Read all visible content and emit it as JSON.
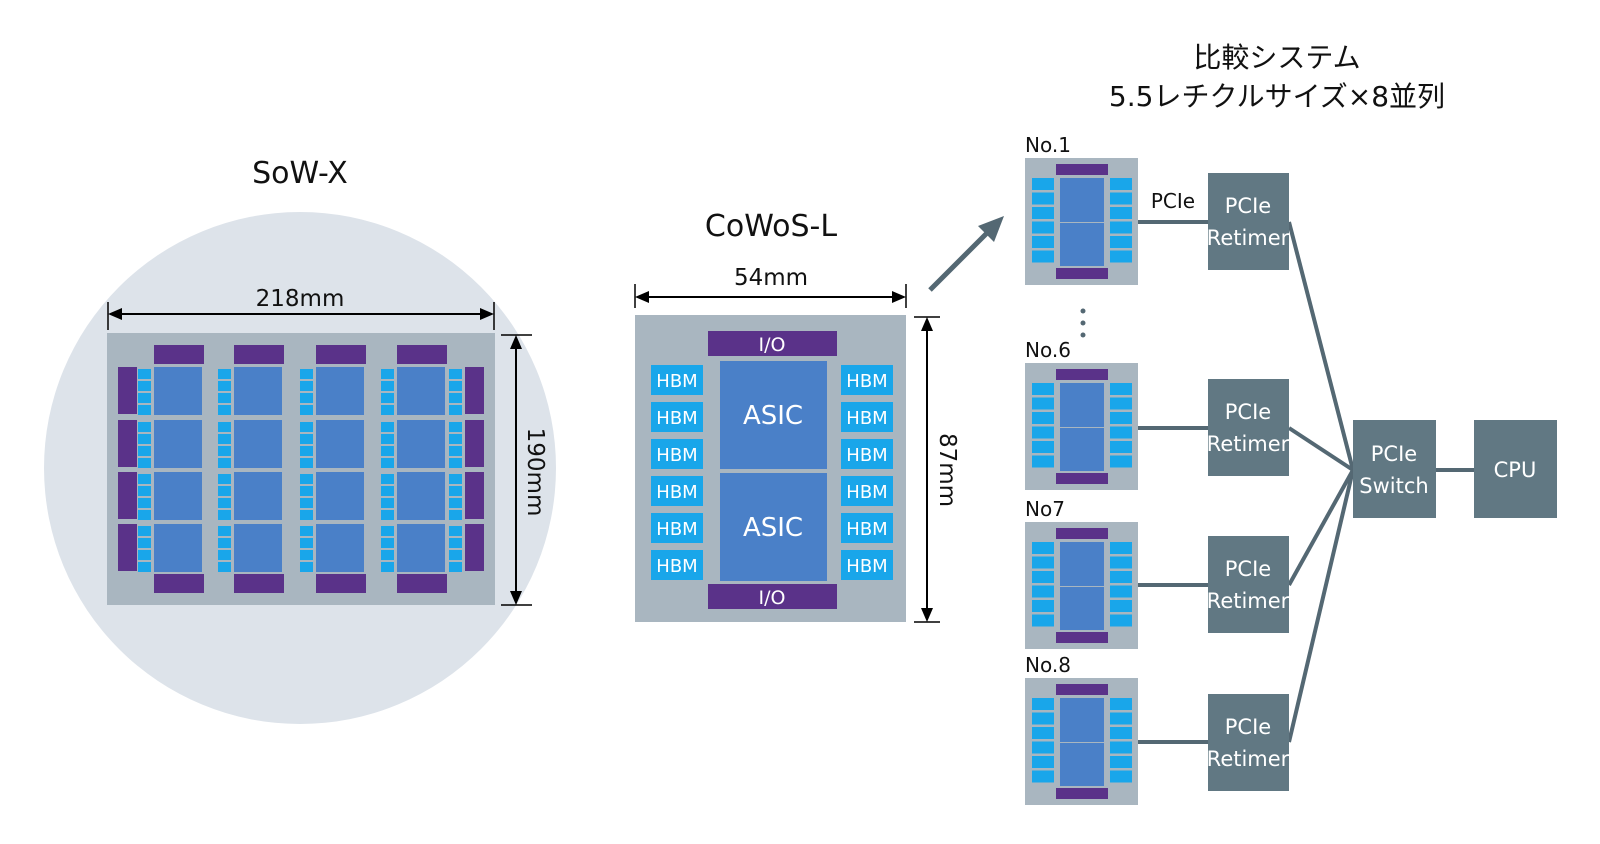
{
  "sow": {
    "title": "SoW-X",
    "width_label": "218mm",
    "height_label": "190mm"
  },
  "cowos": {
    "title": "CoWoS-L",
    "width_label": "54mm",
    "height_label": "87mm",
    "io_top": "I/O",
    "io_bottom": "I/O",
    "asic_labels": [
      "ASIC",
      "ASIC"
    ],
    "hbm_label": "HBM"
  },
  "comparison": {
    "title_line1": "比較システム",
    "title_line2": "5.5レチクルサイズ×8並列",
    "nodes": [
      "No.1",
      "No.6",
      "No7",
      "No.8"
    ],
    "pcie_label": "PCIe",
    "retimer_line1": "PCIe",
    "retimer_line2": "Retimer",
    "switch_line1": "PCIe",
    "switch_line2": "Switch",
    "cpu_label": "CPU"
  },
  "colors": {
    "wafer": "#dde3ea",
    "package": "#a9b6c0",
    "asic": "#4a80c8",
    "hbm": "#19a6ea",
    "io": "#5a3289",
    "dark_box": "#617883",
    "line": "#546873"
  }
}
